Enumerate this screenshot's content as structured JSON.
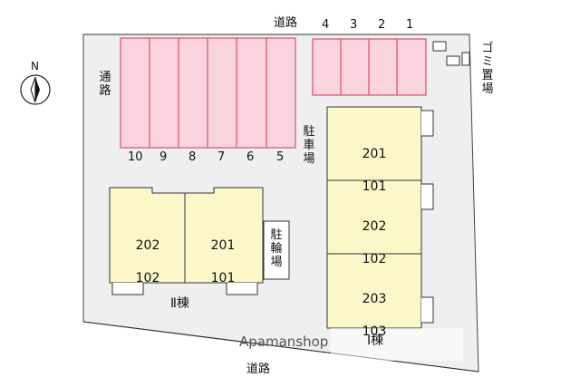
{
  "roads": {
    "top": "道路",
    "left": "通\n路",
    "bottom": "道路"
  },
  "compass": {
    "label": "N"
  },
  "parking": {
    "label": "駐\n車\n場",
    "top_row_numbers": [
      "4",
      "3",
      "2",
      "1"
    ],
    "left_row_numbers": [
      "10",
      "9",
      "8",
      "7",
      "6",
      "5"
    ]
  },
  "garbage": {
    "label": "ゴ\nミ\n置\n場"
  },
  "bike": {
    "label": "駐\n輪\n場"
  },
  "building_2": {
    "name": "Ⅱ棟",
    "units": [
      {
        "upper": "202",
        "lower": "102"
      },
      {
        "upper": "201",
        "lower": "101"
      }
    ]
  },
  "building_1": {
    "name": "Ⅰ棟",
    "units": [
      {
        "upper": "201",
        "lower": "101"
      },
      {
        "upper": "202",
        "lower": "102"
      },
      {
        "upper": "203",
        "lower": "103"
      }
    ]
  },
  "watermark": "Apamanshop",
  "colors": {
    "parking_fill": "#f9d4df",
    "parking_stroke": "#d9506e",
    "building_fill": "#fbf7c8",
    "site_fill": "#efefef"
  }
}
